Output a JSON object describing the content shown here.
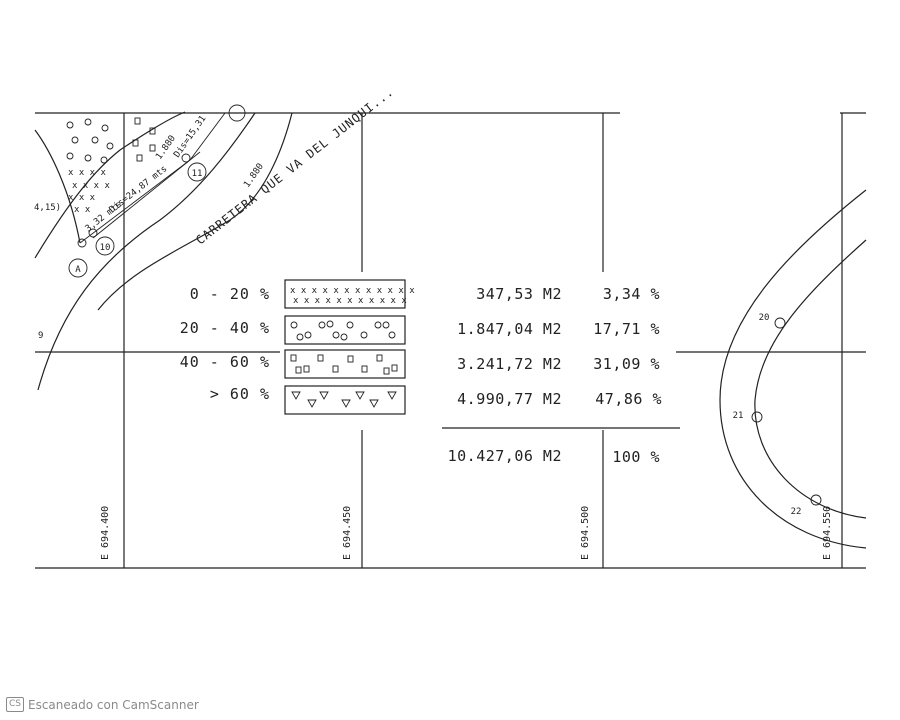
{
  "map": {
    "road_label": "CARRETERA QUE VA DEL JUNQUI...",
    "contour_label": "1.880",
    "contour_label_2": "1.880",
    "coord_labels": [
      "E 694.400",
      "E 694.450",
      "E 694.500",
      "E 694.550"
    ],
    "point_labels": [
      "A",
      "10",
      "11",
      "20",
      "21",
      "22",
      "9",
      "4,15)"
    ],
    "dim_labels": [
      "3,32 mts",
      "Dis=24,87 mts",
      "Dis=15,31"
    ]
  },
  "legend": {
    "rows": [
      {
        "range": "0 - 20 %",
        "area": "347,53 M2",
        "percent": "3,34 %",
        "pattern": "x-marks"
      },
      {
        "range": "20 - 40 %",
        "area": "1.847,04 M2",
        "percent": "17,71 %",
        "pattern": "circles"
      },
      {
        "range": "40 - 60 %",
        "area": "3.241,72 M2",
        "percent": "31,09 %",
        "pattern": "squares"
      },
      {
        "range": "> 60 %",
        "area": "4.990,77 M2",
        "percent": "47,86 %",
        "pattern": "triangles"
      }
    ],
    "total": {
      "area": "10.427,06 M2",
      "percent": "100 %"
    }
  },
  "footer": {
    "logo": "CS",
    "text": "Escaneado con CamScanner"
  }
}
